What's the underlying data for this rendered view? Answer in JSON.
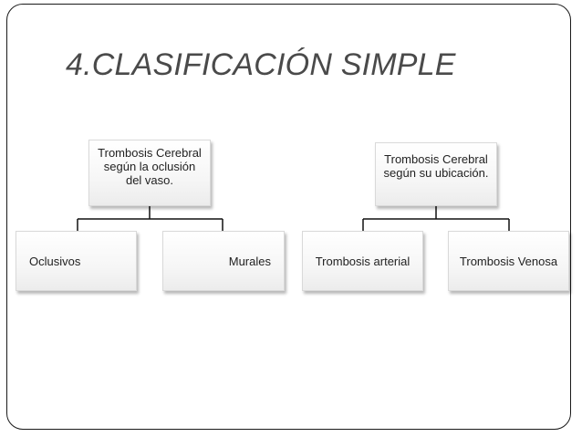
{
  "slide": {
    "title": "4.CLASIFICACIÓN SIMPLE"
  },
  "diagrams": [
    {
      "root": "Trombosis Cerebral\nsegún la oclusión\ndel vaso.",
      "children": [
        "Oclusivos",
        "Murales"
      ]
    },
    {
      "root": "Trombosis Cerebral\nsegún su ubicación.",
      "children": [
        "Trombosis arterial",
        "Trombosis Venosa"
      ]
    }
  ]
}
